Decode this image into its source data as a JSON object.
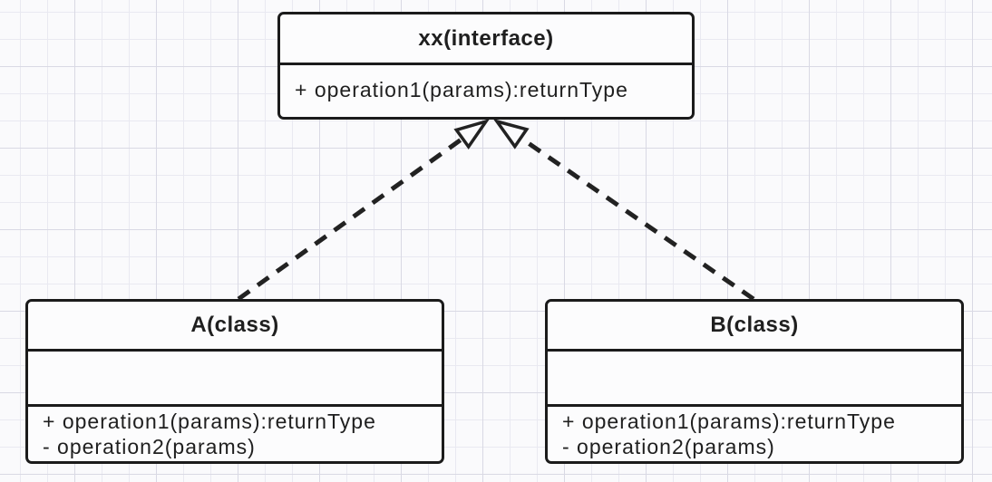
{
  "diagram": {
    "kind": "uml-class-diagram",
    "nodes": {
      "interface": {
        "title": "xx(interface)",
        "operations": [
          "+ operation1(params):returnType"
        ]
      },
      "class_a": {
        "title": "A(class)",
        "attributes": [],
        "operations": [
          "+ operation1(params):returnType",
          "- operation2(params)"
        ]
      },
      "class_b": {
        "title": "B(class)",
        "attributes": [],
        "operations": [
          "+ operation1(params):returnType",
          "- operation2(params)"
        ]
      }
    },
    "edges": [
      {
        "from": "class_a",
        "to": "interface",
        "line_style": "dashed",
        "arrowhead": "hollow-triangle",
        "relationship": "realization"
      },
      {
        "from": "class_b",
        "to": "interface",
        "line_style": "dashed",
        "arrowhead": "hollow-triangle",
        "relationship": "realization"
      }
    ],
    "colors": {
      "background": "#fafafc",
      "grid_line_minor": "#e9e9f1",
      "grid_line_major": "#d9d9e4",
      "box_fill": "#fcfcfd",
      "border": "#1b1b1b",
      "text": "#1f1f1f"
    }
  }
}
